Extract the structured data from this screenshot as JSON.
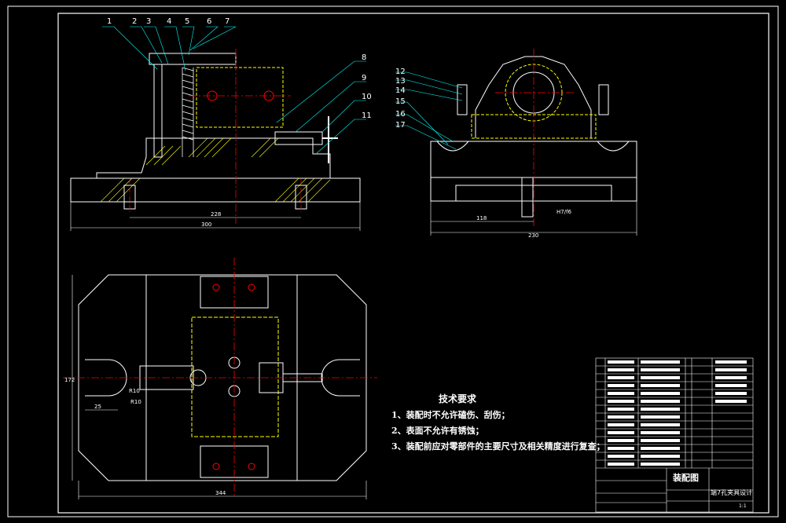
{
  "part_labels": [
    "1",
    "2",
    "3",
    "4",
    "5",
    "6",
    "7",
    "8",
    "9",
    "10",
    "11",
    "12",
    "13",
    "14",
    "15",
    "16",
    "17"
  ],
  "dimensions": {
    "front_inner": "228",
    "front_overall": "300",
    "side_left": "118",
    "side_overall": "230",
    "side_fit": "H7/f6",
    "top_height": "172",
    "top_width": "344",
    "top_slot": "R10",
    "top_slot2": "R10",
    "top_offset": "25"
  },
  "technical_requirements": {
    "title": "技术要求",
    "items": [
      "1、装配时不允许磕伤、刮伤；",
      "2、表面不允许有锈蚀；",
      "3、装配前应对零部件的主要尺寸及相关精度进行复查；"
    ]
  },
  "title_block": {
    "drawing_name": "装配图",
    "subtitle": "端7孔夹具设计",
    "scale": "1:1"
  },
  "colors": {
    "line": "#ffffff",
    "section": "#ffff00",
    "center": "#ff0000",
    "leader": "#00ffff",
    "hidden": "#ffff00"
  }
}
